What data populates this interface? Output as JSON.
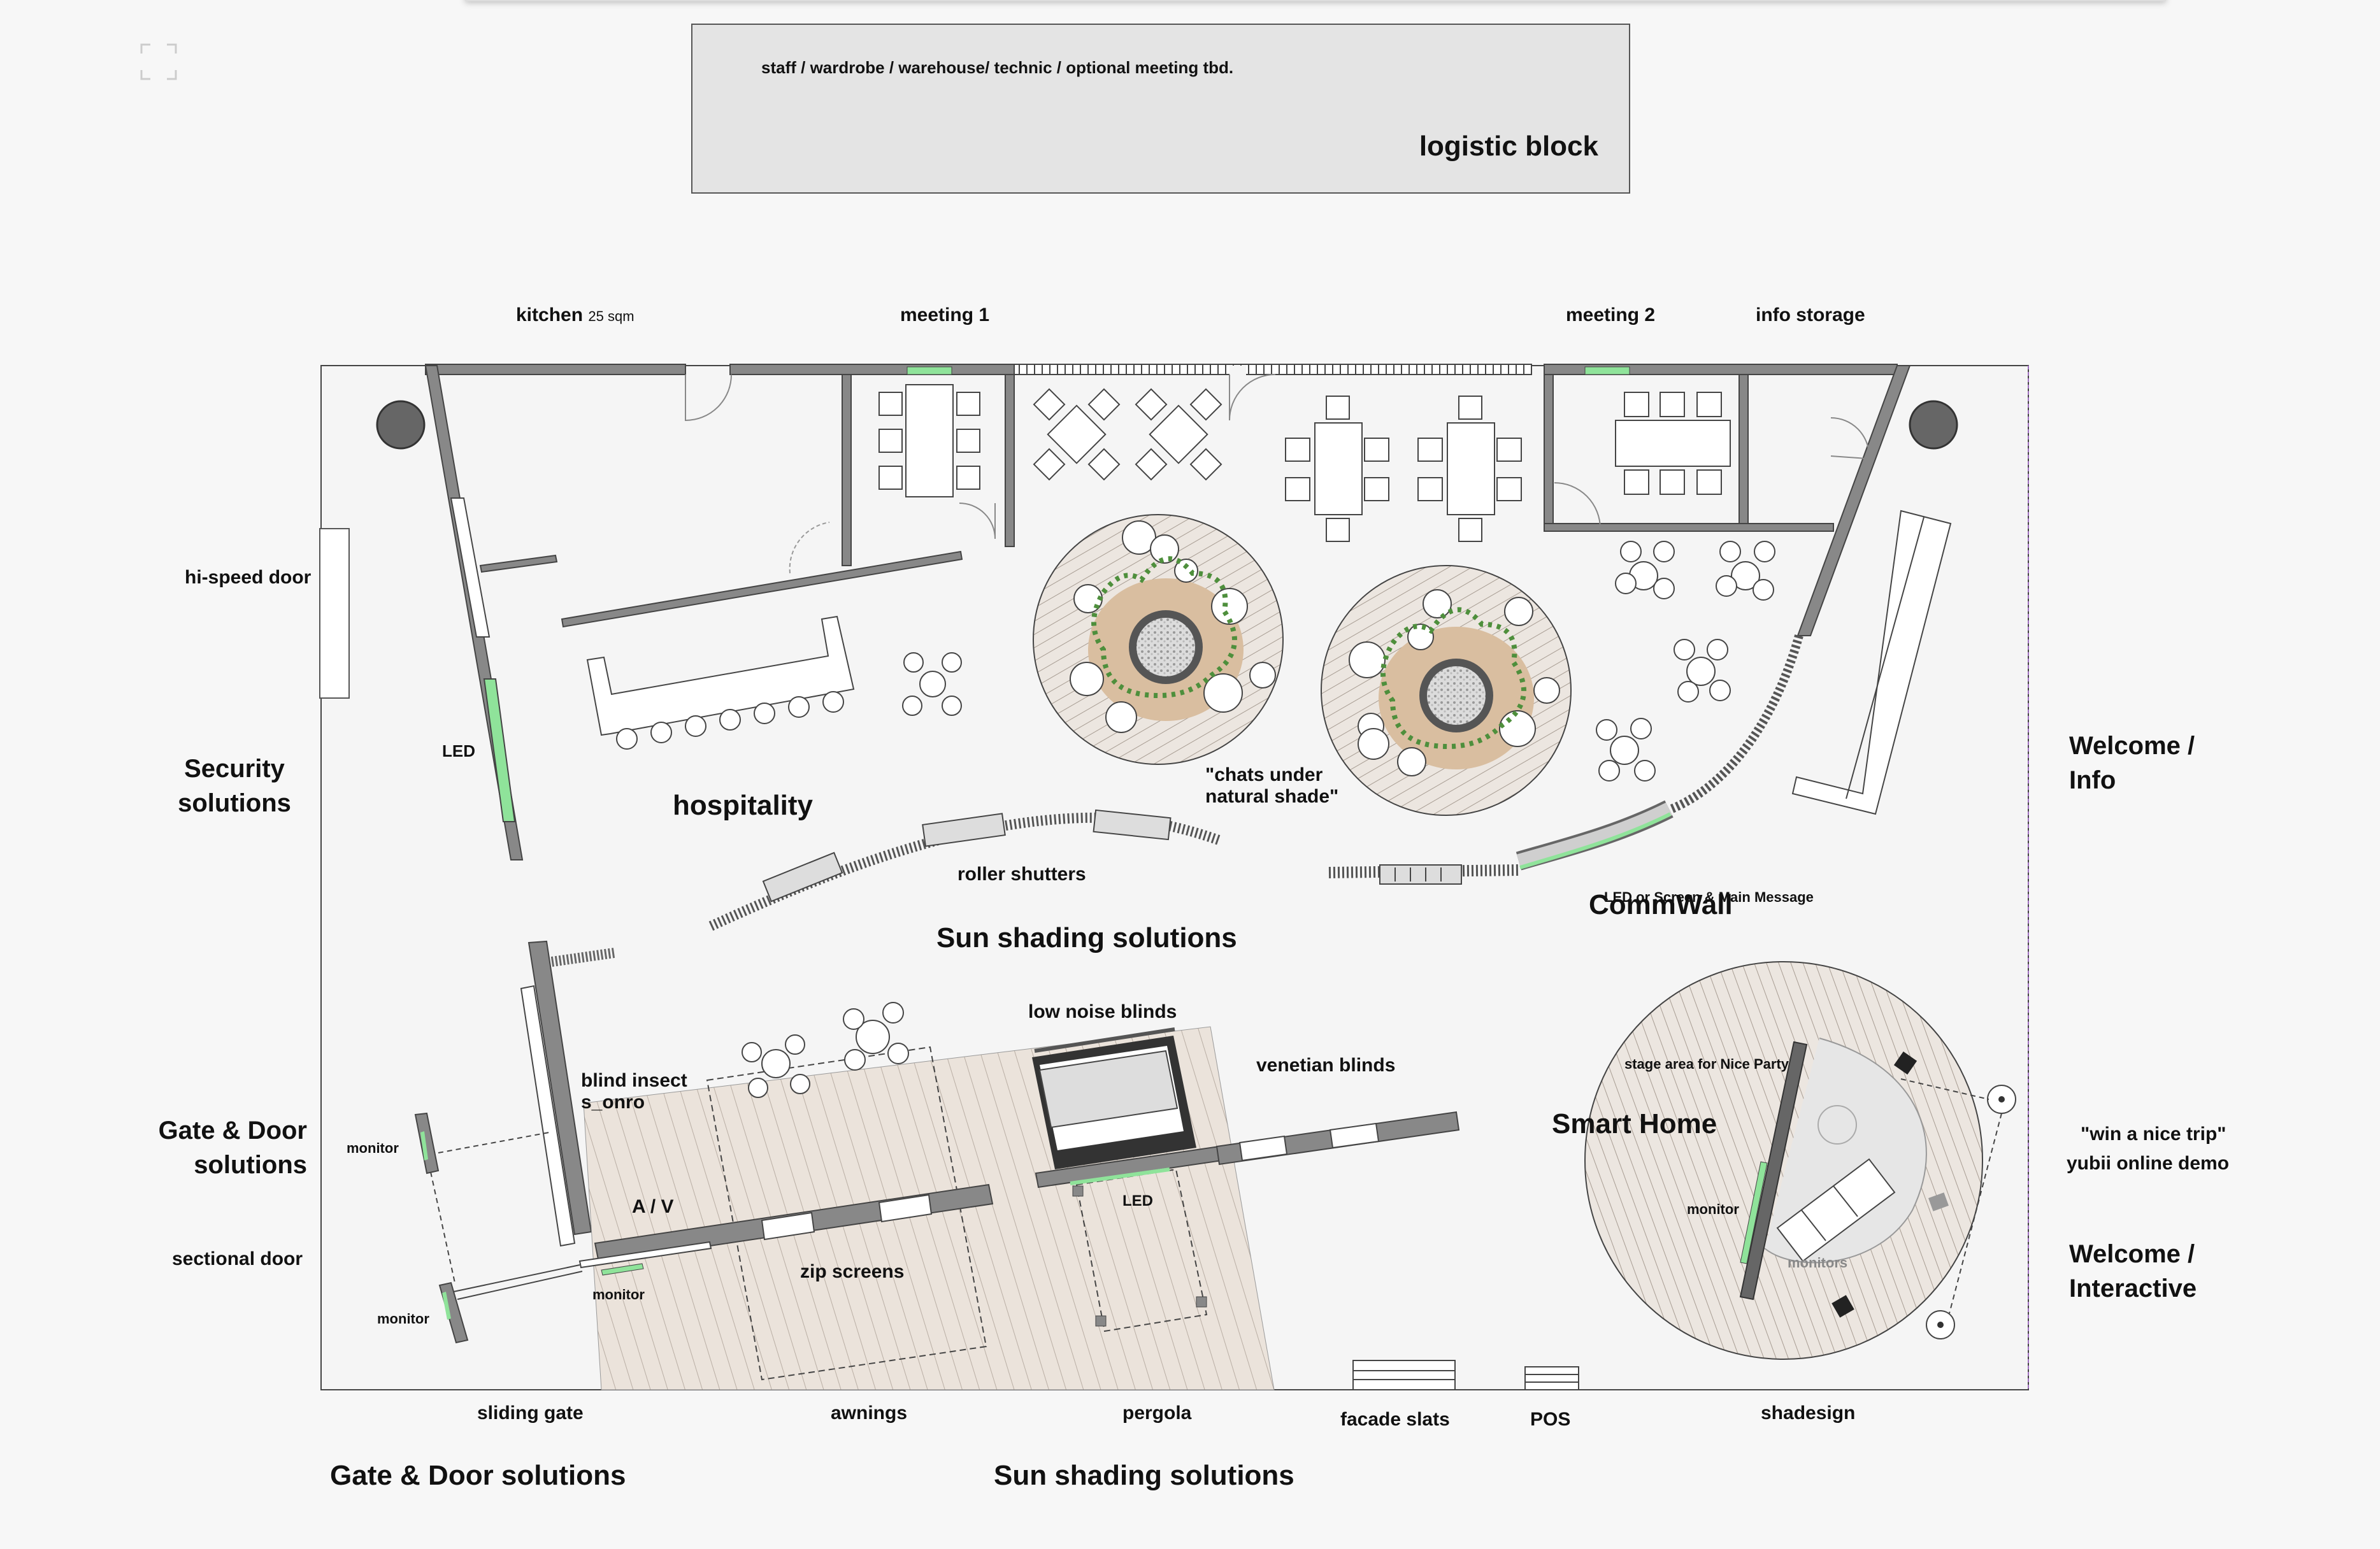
{
  "logistic": {
    "note": "staff / wardrobe / warehouse/ technic / optional meeting tbd.",
    "title": "logistic block"
  },
  "rooms": {
    "kitchen": "kitchen",
    "kitchen_size": "25 sqm",
    "meeting1": "meeting 1",
    "meeting2": "meeting 2",
    "info_storage": "info storage"
  },
  "labels": {
    "hispeed_door": "hi-speed door",
    "led_left": "LED",
    "security": "Security solutions",
    "hospitality": "hospitality",
    "chats": "\"chats under natural shade\"",
    "roller_shutters": "roller shutters",
    "sun_shading_mid": "Sun shading solutions",
    "commwall": "CommWall",
    "commwall_note": "LED or Screen & Main Message",
    "welcome_info": "Welcome / Info",
    "gate_door_left": "Gate & Door solutions",
    "monitor_top": "monitor",
    "blind_insect": "blind insect s_onro",
    "low_noise_blinds": "low noise blinds",
    "venetian_blinds": "venetian blinds",
    "stage_area": "stage area for Nice Party",
    "smart_home": "Smart Home",
    "win_trip": "\"win a nice trip\"",
    "yubii": "yubii online demo",
    "av": "A / V",
    "led_pergola": "LED",
    "monitor_stage": "monitor",
    "sectional_door": "sectional door",
    "zip_screens": "zip screens",
    "monitors": "monitors",
    "welcome_interactive": "Welcome / Interactive",
    "monitor_gate": "monitor",
    "monitor_bottom": "monitor"
  },
  "bottom_labels": {
    "sliding_gate": "sliding gate",
    "awnings": "awnings",
    "pergola": "pergola",
    "facade_slats": "facade slats",
    "pos": "POS",
    "shadesign": "shadesign"
  },
  "footer": {
    "gate_door": "Gate & Door solutions",
    "sun_shading": "Sun shading solutions"
  },
  "colors": {
    "wall": "#777777",
    "floor": "#f4f4f4",
    "led_green": "#8fe39a",
    "wood_deck": "#ebe3db",
    "planter": "#d9bea0",
    "plants": "#4e8f3c"
  },
  "icons": [
    "focus-frame-icon"
  ]
}
